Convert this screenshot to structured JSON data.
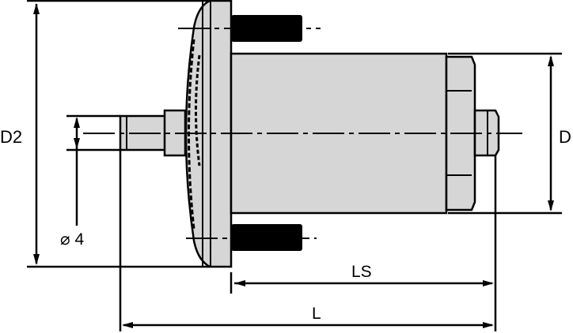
{
  "diagram": {
    "type": "technical-drawing",
    "subject": "tool holder / adapter side view with flange, threaded studs, body and pilot",
    "colors": {
      "fill": "#d6d6d6",
      "line": "#000000",
      "background": "#ffffff"
    },
    "dimensions": {
      "D2": "D2",
      "D": "D",
      "pilot_diameter": "⌀ 4",
      "LS": "LS",
      "L": "L"
    }
  }
}
